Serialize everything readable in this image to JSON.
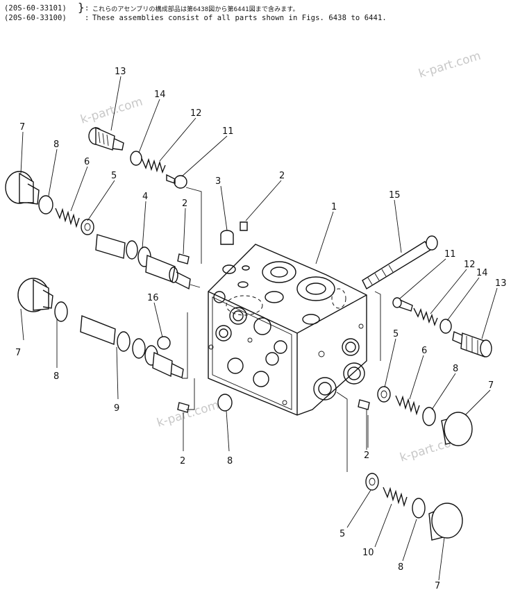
{
  "header": {
    "code_1": "(20S-60-33101)",
    "code_2": "(20S-60-33100)",
    "note_jp": "これらのアセンブリの構成部品は第6438図から第6441図まで含みます。",
    "note_en": "These assemblies consist of all parts shown in Figs. 6438 to 6441."
  },
  "watermark": "k-part.com",
  "callouts": [
    {
      "id": "c13a",
      "text": "13"
    },
    {
      "id": "c14a",
      "text": "14"
    },
    {
      "id": "c12a",
      "text": "12"
    },
    {
      "id": "c11a",
      "text": "11"
    },
    {
      "id": "c7a",
      "text": "7"
    },
    {
      "id": "c8a",
      "text": "8"
    },
    {
      "id": "c6a",
      "text": "6"
    },
    {
      "id": "c5a",
      "text": "5"
    },
    {
      "id": "c4",
      "text": "4"
    },
    {
      "id": "c3",
      "text": "3"
    },
    {
      "id": "c2a",
      "text": "2"
    },
    {
      "id": "c2b",
      "text": "2"
    },
    {
      "id": "c1",
      "text": "1"
    },
    {
      "id": "c15",
      "text": "15"
    },
    {
      "id": "c16",
      "text": "16"
    },
    {
      "id": "c7b",
      "text": "7"
    },
    {
      "id": "c8b",
      "text": "8"
    },
    {
      "id": "c9",
      "text": "9"
    },
    {
      "id": "c2c",
      "text": "2"
    },
    {
      "id": "c8c",
      "text": "8"
    },
    {
      "id": "c11b",
      "text": "11"
    },
    {
      "id": "c12b",
      "text": "12"
    },
    {
      "id": "c14b",
      "text": "14"
    },
    {
      "id": "c13b",
      "text": "13"
    },
    {
      "id": "c5b",
      "text": "5"
    },
    {
      "id": "c6b",
      "text": "6"
    },
    {
      "id": "c8d",
      "text": "8"
    },
    {
      "id": "c7c",
      "text": "7"
    },
    {
      "id": "c2d",
      "text": "2"
    },
    {
      "id": "c5c",
      "text": "5"
    },
    {
      "id": "c10",
      "text": "10"
    },
    {
      "id": "c8e",
      "text": "8"
    },
    {
      "id": "c7d",
      "text": "7"
    }
  ]
}
